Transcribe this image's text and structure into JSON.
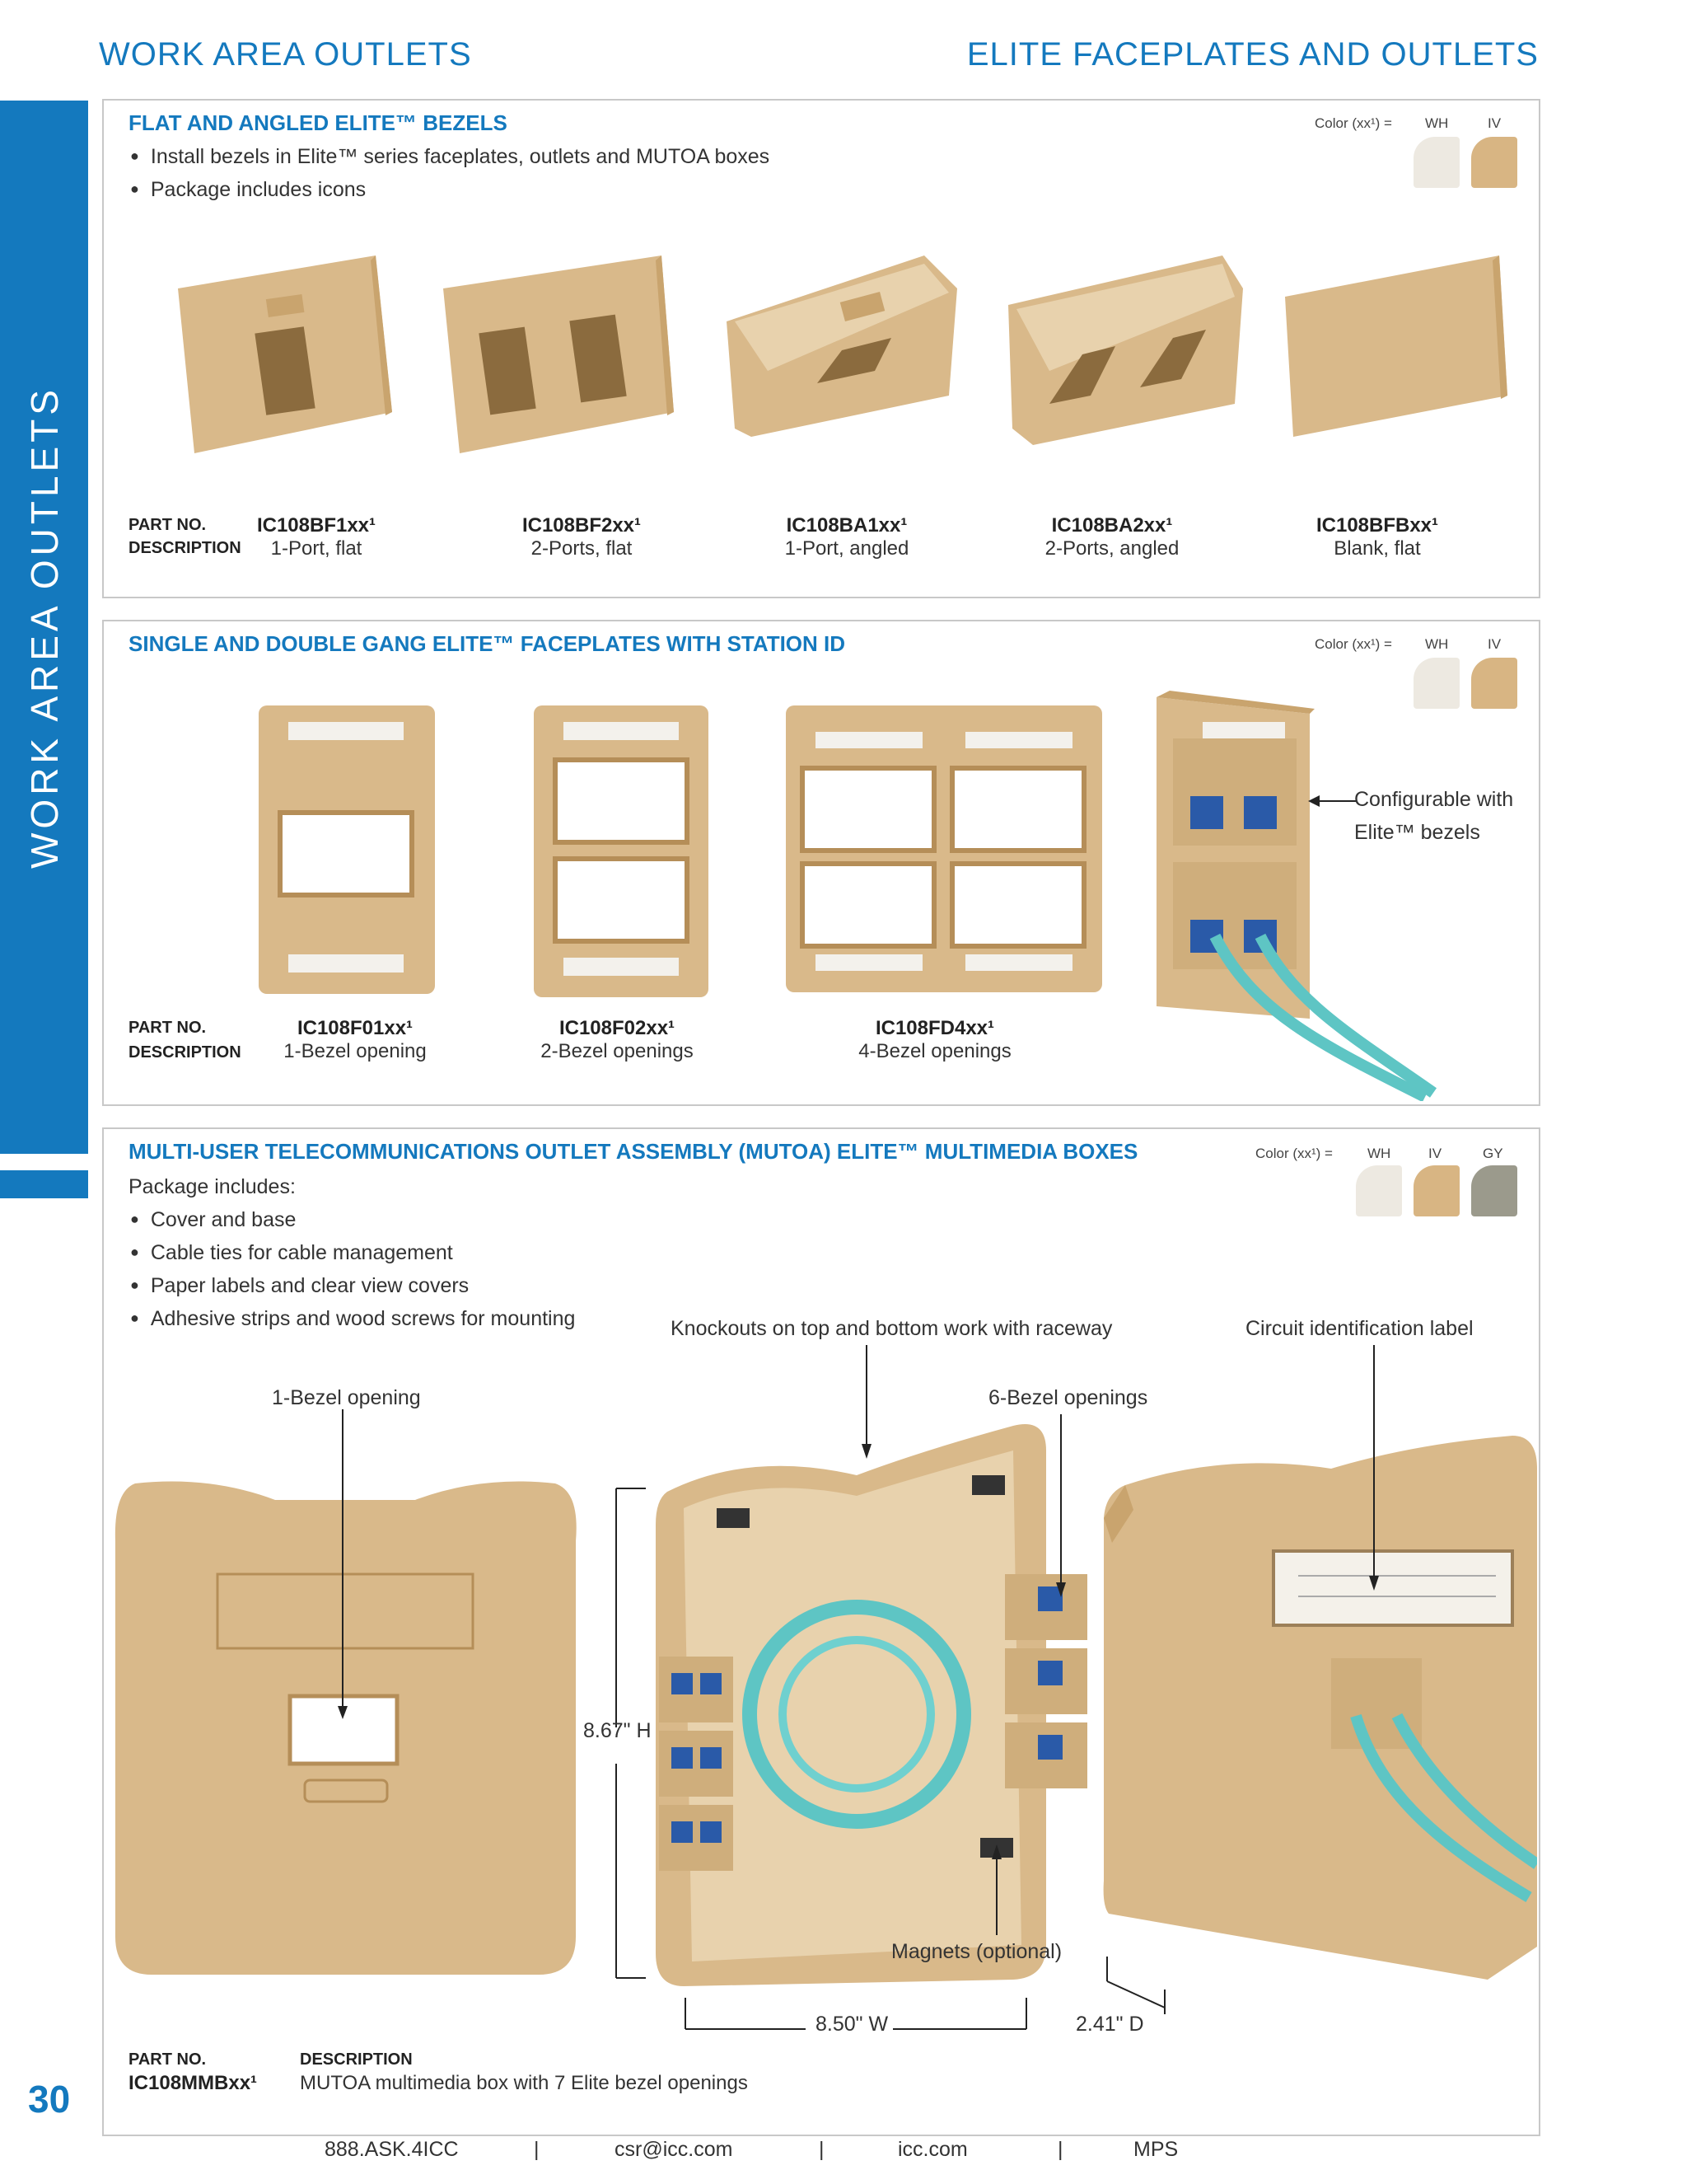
{
  "header": {
    "left": "WORK AREA OUTLETS",
    "right": "ELITE FACEPLATES AND OUTLETS"
  },
  "sidebar": {
    "label": "WORK AREA OUTLETS"
  },
  "page_number": "30",
  "colors": {
    "accent": "#1479be",
    "WH": "#ede9e1",
    "IV": "#d8b583",
    "GY": "#9b9a8c"
  },
  "section1": {
    "title": "FLAT AND ANGLED ELITE™ BEZELS",
    "bullets": [
      "Install bezels in Elite™ series faceplates, outlets and MUTOA boxes",
      "Package includes icons"
    ],
    "color_label": "Color (xx¹) =",
    "swatches": [
      "WH",
      "IV"
    ],
    "part_label": "PART NO.",
    "desc_label": "DESCRIPTION",
    "products": [
      {
        "part": "IC108BF1xx¹",
        "desc": "1-Port, flat"
      },
      {
        "part": "IC108BF2xx¹",
        "desc": "2-Ports, flat"
      },
      {
        "part": "IC108BA1xx¹",
        "desc": "1-Port, angled"
      },
      {
        "part": "IC108BA2xx¹",
        "desc": "2-Ports, angled"
      },
      {
        "part": "IC108BFBxx¹",
        "desc": "Blank, flat"
      }
    ]
  },
  "section2": {
    "title": "SINGLE AND DOUBLE GANG ELITE™ FACEPLATES WITH STATION ID",
    "color_label": "Color (xx¹) =",
    "swatches": [
      "WH",
      "IV"
    ],
    "part_label": "PART NO.",
    "desc_label": "DESCRIPTION",
    "products": [
      {
        "part": "IC108F01xx¹",
        "desc": "1-Bezel opening"
      },
      {
        "part": "IC108F02xx¹",
        "desc": "2-Bezel openings"
      },
      {
        "part": "IC108FD4xx¹",
        "desc": "4-Bezel openings"
      }
    ],
    "callout_line1": "Configurable with",
    "callout_line2": "Elite™ bezels"
  },
  "section3": {
    "title": "MULTI-USER TELECOMMUNICATIONS OUTLET ASSEMBLY (MUTOA) ELITE™ MULTIMEDIA BOXES",
    "color_label": "Color (xx¹) =",
    "swatches": [
      "WH",
      "IV",
      "GY"
    ],
    "intro": "Package includes:",
    "bullets": [
      "Cover and base",
      "Cable ties for cable management",
      "Paper labels and clear view covers",
      "Adhesive strips and wood screws for mounting"
    ],
    "callouts": {
      "knockouts": "Knockouts on top and bottom work with raceway",
      "circuit": "Circuit identification label",
      "one_bezel": "1-Bezel opening",
      "six_bezel": "6-Bezel openings",
      "magnets": "Magnets (optional)",
      "height": "8.67\" H",
      "width": "8.50\" W",
      "depth": "2.41\" D"
    },
    "part_label": "PART NO.",
    "desc_label": "DESCRIPTION",
    "part": "IC108MMBxx¹",
    "desc": "MUTOA multimedia box with 7 Elite bezel openings"
  },
  "footer": {
    "phone": "888.ASK.4ICC",
    "email": "csr@icc.com",
    "web": "icc.com",
    "code": "MPS",
    "sep": "|"
  }
}
